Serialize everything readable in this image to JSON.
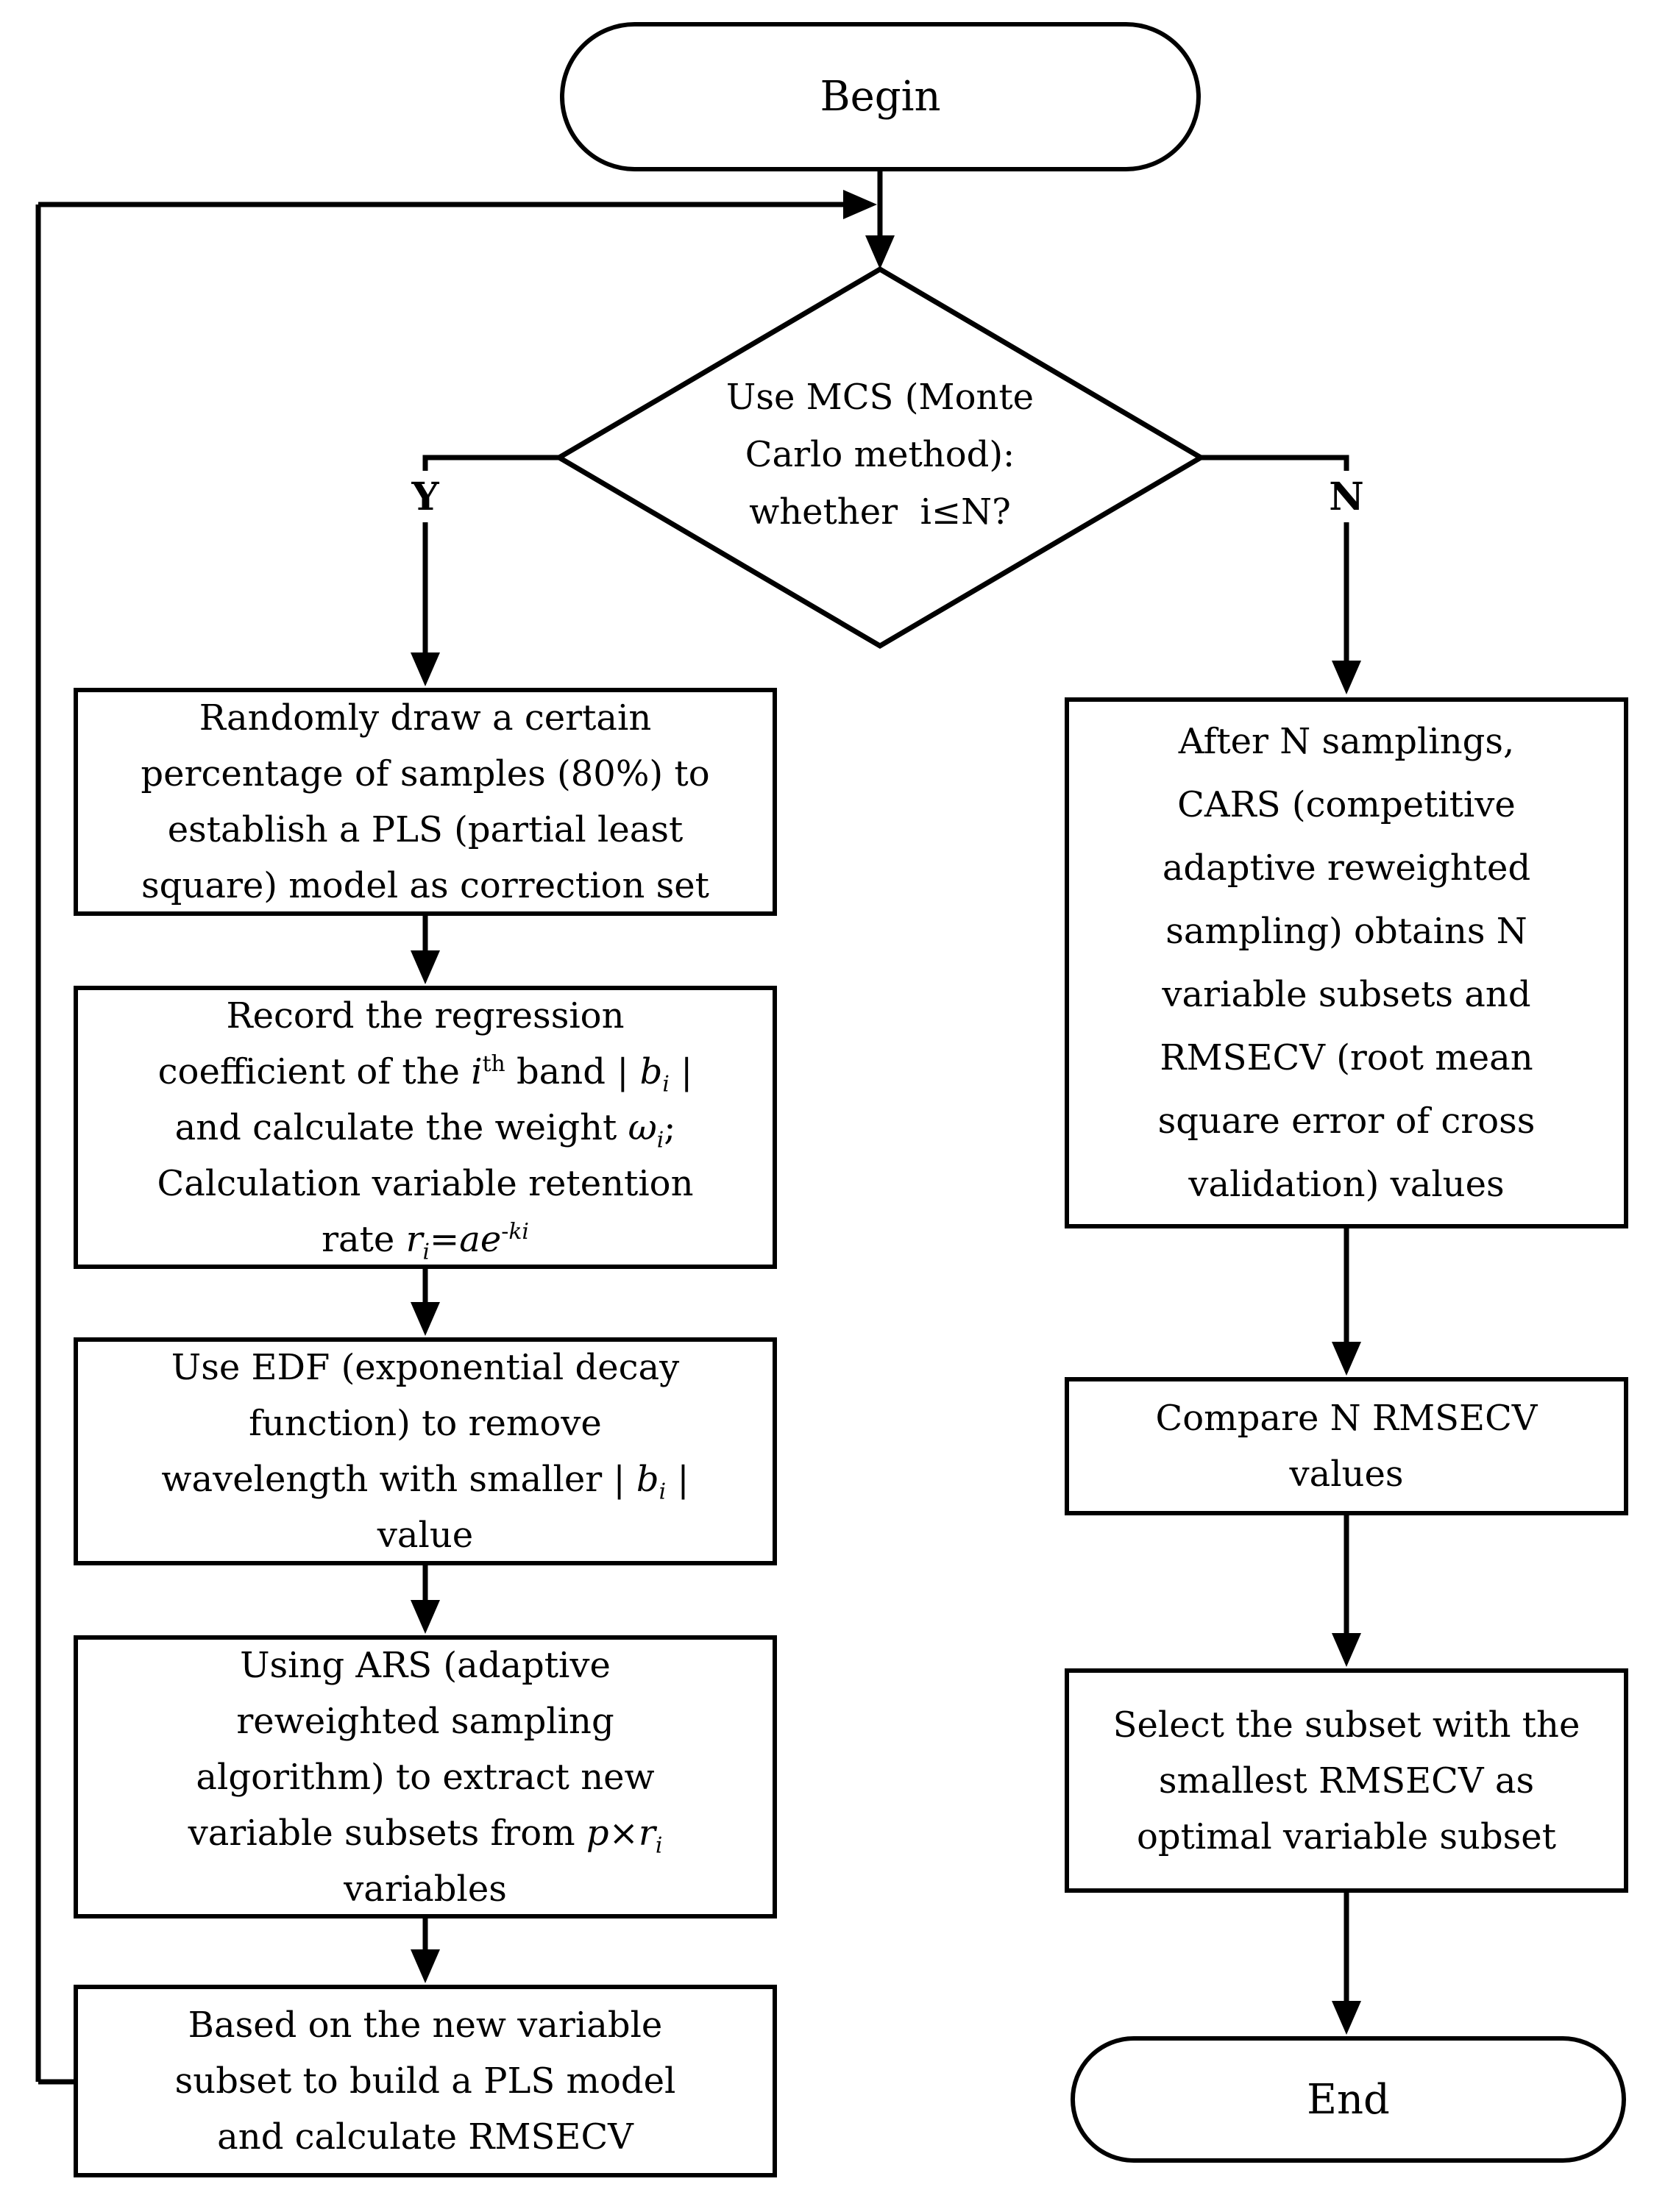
{
  "flowchart": {
    "colors": {
      "stroke": "#000000",
      "shape_fill": "#ffffff",
      "text": "#000000"
    },
    "terminators": {
      "start": "Begin",
      "end": "End"
    },
    "decision": {
      "lines": [
        "Use MCS (Monte",
        "Carlo method):",
        "whether  i≤N?"
      ]
    },
    "branches": {
      "yes": "Y",
      "no": "N"
    },
    "left_steps": [
      {
        "name": "draw-samples",
        "lines": [
          "Randomly draw a certain",
          "percentage of samples (80%) to",
          "establish a PLS (partial least",
          "square) model as correction set"
        ]
      },
      {
        "name": "record-regression",
        "lines": [
          "Record the regression",
          "coefficient of the <i>i</i><sup>th</sup> band | <i>b<sub>i</sub></i> |",
          "and calculate the weight <i>ω<sub>i</sub></i>;",
          "Calculation variable retention",
          "rate <i>r<sub>i</sub></i>=<i>ae</i><sup>-<i>ki</i></sup>"
        ]
      },
      {
        "name": "edf-remove",
        "lines": [
          "Use EDF (exponential decay",
          "function) to remove",
          "wavelength with smaller | <i>b<sub>i</sub></i> |",
          "value"
        ]
      },
      {
        "name": "ars-extract",
        "lines": [
          "Using ARS (adaptive",
          "reweighted sampling",
          "algorithm) to extract new",
          "variable subsets from <i>p</i>×<i>r<sub>i</sub></i>",
          "variables"
        ]
      },
      {
        "name": "build-pls",
        "lines": [
          "Based on the new variable",
          "subset to build a PLS model",
          "and calculate RMSECV"
        ]
      }
    ],
    "right_steps": [
      {
        "name": "cars-obtains",
        "lines": [
          "After N samplings,",
          "CARS (competitive",
          "adaptive reweighted",
          "sampling) obtains N",
          "variable subsets and",
          "RMSECV (root mean",
          "square error of cross",
          "validation) values"
        ]
      },
      {
        "name": "compare-rmsecv",
        "lines": [
          "Compare N RMSECV",
          "values"
        ]
      },
      {
        "name": "select-subset",
        "lines": [
          "Select the subset with the",
          "smallest RMSECV as",
          "optimal variable subset"
        ]
      }
    ]
  }
}
